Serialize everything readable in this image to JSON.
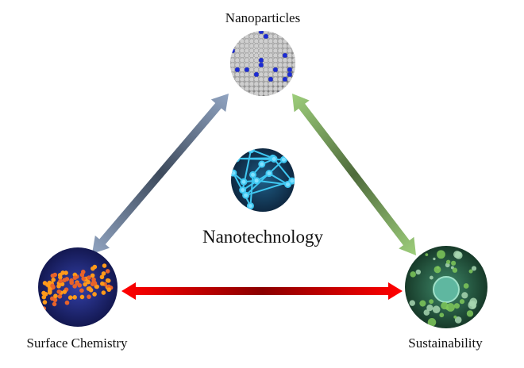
{
  "labels": {
    "top": "Nanoparticles",
    "center": "Nanotechnology",
    "bottom_left": "Surface Chemistry",
    "bottom_right": "Sustainability"
  },
  "colors": {
    "left_arrow_light": "#8fa2bf",
    "left_arrow_dark": "#3d4a5c",
    "right_arrow_light": "#9ccc7a",
    "right_arrow_dark": "#4f6b3c",
    "bottom_arrow_light": "#ff0000",
    "bottom_arrow_dark": "#8b0000"
  }
}
